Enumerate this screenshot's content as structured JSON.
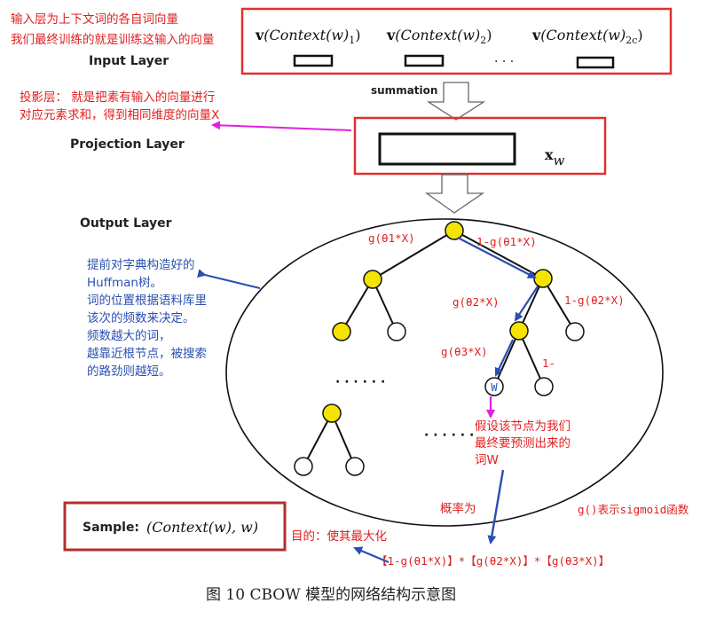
{
  "input_box": {
    "note_line1": "输入层为上下文词的各自词向量",
    "note_line2": "我们最终训练的就是训练这输入的向量",
    "vec_bold": "v",
    "vec1_text": "(Context(w)",
    "vec1_sub": "1",
    "vec2_text": "(Context(w)",
    "vec2_sub": "2",
    "vec3_text": "(Context(w)",
    "vec3_sub": "2c",
    "vec_close": ")",
    "ellipsis": "· · ·",
    "layer_label": "Input  Layer"
  },
  "summation_label": "summation",
  "projection": {
    "note_line1": "投影层： 就是把素有输入的向量进行",
    "note_line2": "对应元素求和，得到相同维度的向量X",
    "layer_label": "Projection  Layer",
    "xw_bold": "x",
    "xw_sub": "w"
  },
  "output": {
    "layer_label": "Output Layer",
    "huffman_note": [
      "提前对字典构造好的",
      "Huffman树。",
      "词的位置根据语料库里",
      "该次的频数来决定。",
      "频数越大的词，",
      "越靠近根节点，被搜索",
      "的路劲则越短。"
    ],
    "edge_labels": {
      "l1": "g(θ1*X)",
      "r1": "1-g(θ1*X)",
      "l2": "g(θ2*X)",
      "r2": "1-g(θ2*X)",
      "l3": "g(θ3*X)",
      "r3": "1-"
    },
    "leaf_w": "W",
    "dots_left": "· · · · · ·",
    "dots_right": "· · · · · ·",
    "target_note": [
      "假设该节点为我们",
      "最终要预测出来的",
      "词W"
    ]
  },
  "probability": {
    "label": "概率为",
    "sigmoid_note": "g()表示sigmoid函数",
    "formula": "【1-g(θ1*X)】*【g(θ2*X)】*【g(θ3*X)】"
  },
  "sample": {
    "label": "Sample:",
    "math": "(Context(w), w)",
    "goal_note": "目的：使其最大化"
  },
  "caption": "图 10  CBOW 模型的网络结构示意图",
  "colors": {
    "red": "#e02020",
    "blue": "#2a4fb0",
    "magenta": "#e020e0",
    "node_fill": "#f5e400",
    "frame_red": "#e03030"
  }
}
